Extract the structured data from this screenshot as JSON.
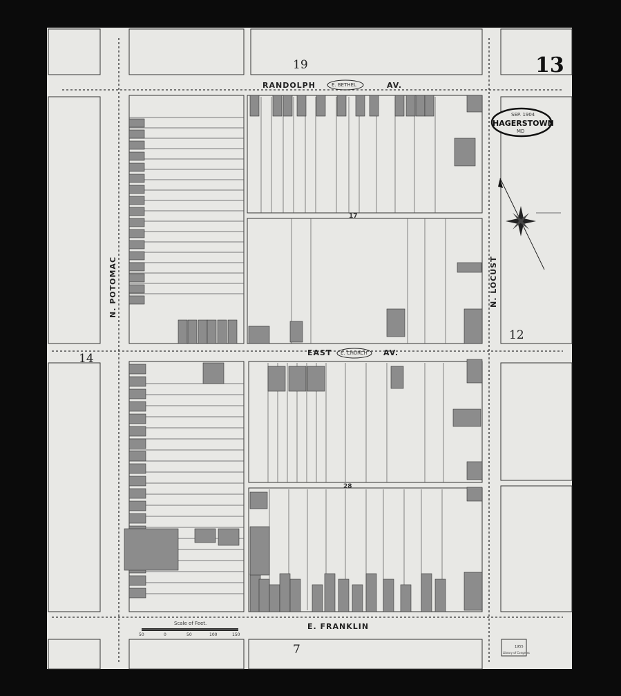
{
  "map": {
    "sheet_number": "13",
    "title_cartouche": {
      "date": "SEP. 1904",
      "city": "HAGERSTOWN",
      "state": "MD"
    },
    "streets": {
      "top": "RANDOLPH",
      "top_alt": "E. BETHEL",
      "top_suffix": "AV.",
      "middle": "EAST",
      "middle_alt": "E. CHURCH",
      "middle_suffix": "AV.",
      "bottom": "E. FRANKLIN",
      "left": "N. POTOMAC",
      "right": "N. LOCUST"
    },
    "adjacent_sheets": [
      "19",
      "14",
      "12",
      "7"
    ],
    "alleys": [
      "17",
      "28"
    ],
    "scale": {
      "title": "Scale of Feet.",
      "ticks": [
        "50",
        "0",
        "50",
        "100",
        "150"
      ]
    },
    "stamp": {
      "line1": "Library of Congress",
      "year": "1955"
    },
    "north_arrow": "N"
  },
  "colors": {
    "paper": "#e9e9e6",
    "frame": "#0b0b0b",
    "building": "#8c8c8c",
    "ink": "#222222"
  }
}
